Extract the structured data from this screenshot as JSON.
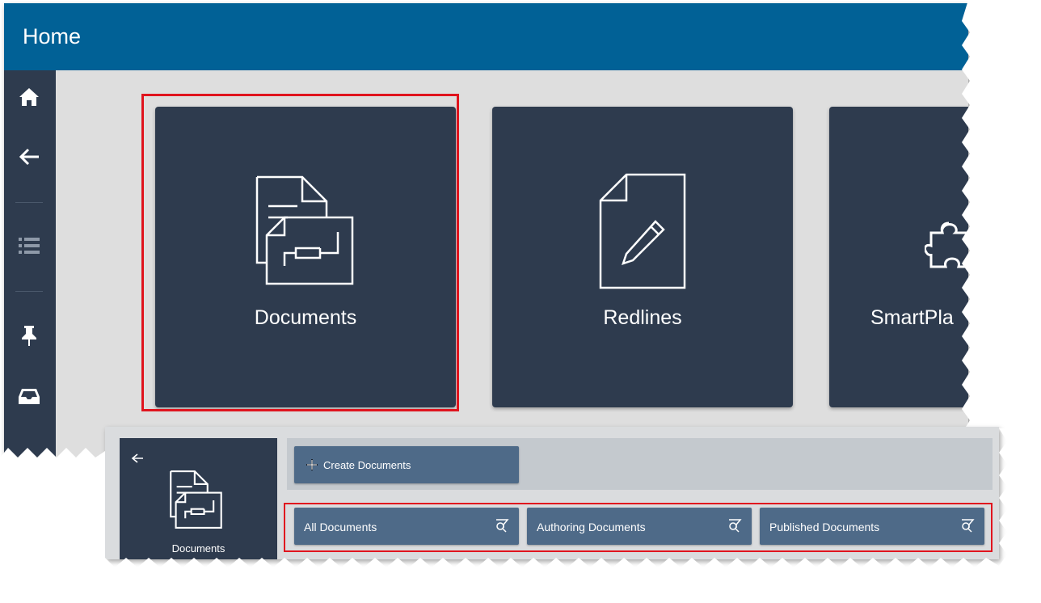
{
  "header": {
    "title": "Home"
  },
  "sidebar": {
    "items": [
      {
        "icon": "home-icon"
      },
      {
        "icon": "arrow-left-icon"
      },
      {
        "icon": "list-icon"
      },
      {
        "icon": "pin-icon"
      },
      {
        "icon": "inbox-icon"
      }
    ]
  },
  "tiles": [
    {
      "label": "Documents",
      "icon": "documents-icon"
    },
    {
      "label": "Redlines",
      "icon": "redline-document-icon"
    },
    {
      "label": "SmartPla",
      "icon": "puzzle-icon"
    }
  ],
  "documents_panel": {
    "tile_label": "Documents",
    "create_label": "Create Documents",
    "buttons": [
      {
        "label": "All Documents"
      },
      {
        "label": "Authoring Documents"
      },
      {
        "label": "Published Documents"
      }
    ]
  },
  "colors": {
    "header": "#016196",
    "tile": "#2e3b4e",
    "button": "#4e6a88",
    "highlight": "#e0141e"
  }
}
